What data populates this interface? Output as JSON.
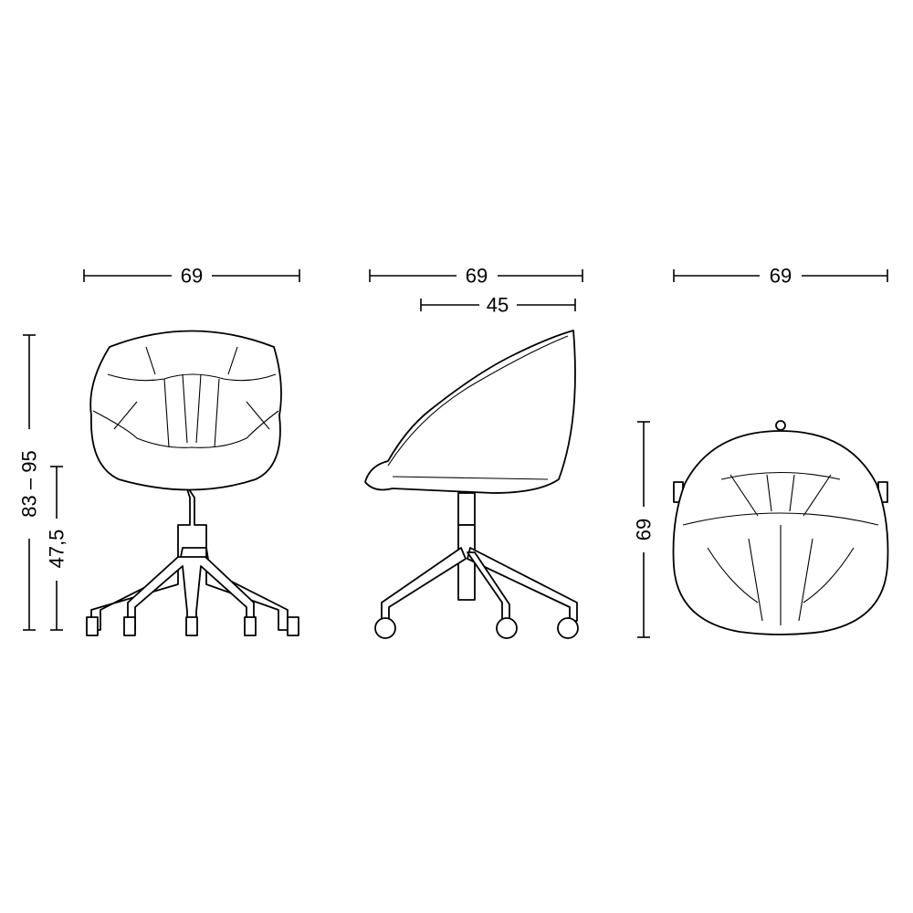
{
  "front_view": {
    "width_label": "69",
    "height_label": "83 – 95",
    "seat_height_label": "47,5"
  },
  "side_view": {
    "width_label": "69",
    "depth_label": "45"
  },
  "top_view": {
    "width_label": "69",
    "depth_label": "69"
  }
}
